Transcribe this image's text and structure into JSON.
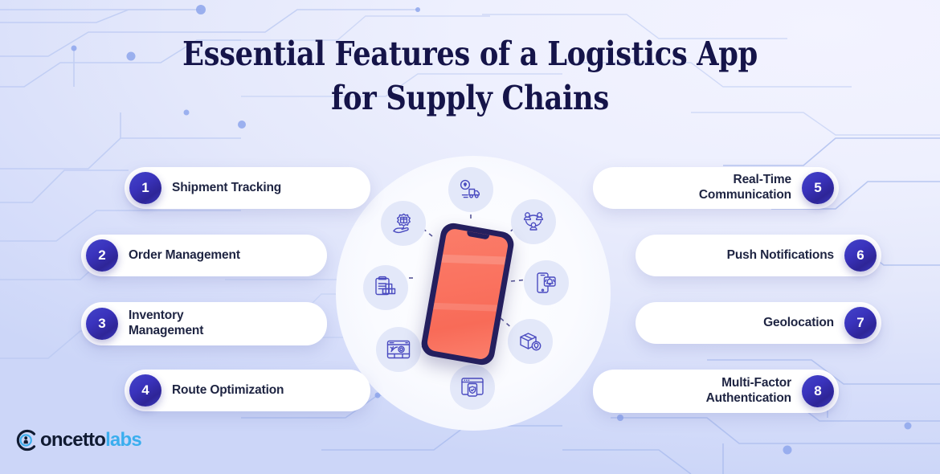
{
  "title": {
    "line1": "Essential Features of a Logistics App",
    "line2": "for Supply Chains"
  },
  "colors": {
    "title_text": "#151449",
    "badge_gradient_from": "#4344c8",
    "badge_gradient_to": "#2e2597",
    "card_bg": "#ffffff",
    "card_text": "#1e2442",
    "phone_frame": "#241f5e",
    "phone_screen": "#fa7360",
    "icon_bubble": "#e3e8f9",
    "icon_stroke": "#4a4bc0",
    "background_light": "#f3f3ff",
    "background_deep": "#ccd6f8",
    "logo_dark": "#101b32",
    "logo_blue": "#3aaeee"
  },
  "features_left": [
    {
      "number": "1",
      "label": "Shipment Tracking"
    },
    {
      "number": "2",
      "label": "Order Management"
    },
    {
      "number": "3",
      "label": "Inventory\nManagement"
    },
    {
      "number": "4",
      "label": "Route Optimization"
    }
  ],
  "features_right": [
    {
      "number": "5",
      "label": "Real-Time\nCommunication"
    },
    {
      "number": "6",
      "label": "Push Notifications"
    },
    {
      "number": "7",
      "label": "Geolocation"
    },
    {
      "number": "8",
      "label": "Multi-Factor\nAuthentication"
    }
  ],
  "center": {
    "device": "smartphone",
    "icons": [
      {
        "name": "truck-location-icon",
        "meaning": "Shipment Tracking",
        "position": "top"
      },
      {
        "name": "people-network-icon",
        "meaning": "Real-Time Communication",
        "position": "top-right"
      },
      {
        "name": "phone-bell-icon",
        "meaning": "Push Notifications",
        "position": "right"
      },
      {
        "name": "box-pin-icon",
        "meaning": "Geolocation",
        "position": "bottom-right"
      },
      {
        "name": "browser-shield-icon",
        "meaning": "Multi-Factor Authentication",
        "position": "bottom"
      },
      {
        "name": "map-route-icon",
        "meaning": "Route Optimization",
        "position": "bottom-left"
      },
      {
        "name": "clipboard-boxes-icon",
        "meaning": "Inventory Management",
        "position": "left"
      },
      {
        "name": "hand-gear-icon",
        "meaning": "Order Management",
        "position": "top-left"
      }
    ]
  },
  "logo": {
    "name_dark": "oncetto",
    "name_blue": "labs",
    "mark": "concetto-c-mark"
  }
}
